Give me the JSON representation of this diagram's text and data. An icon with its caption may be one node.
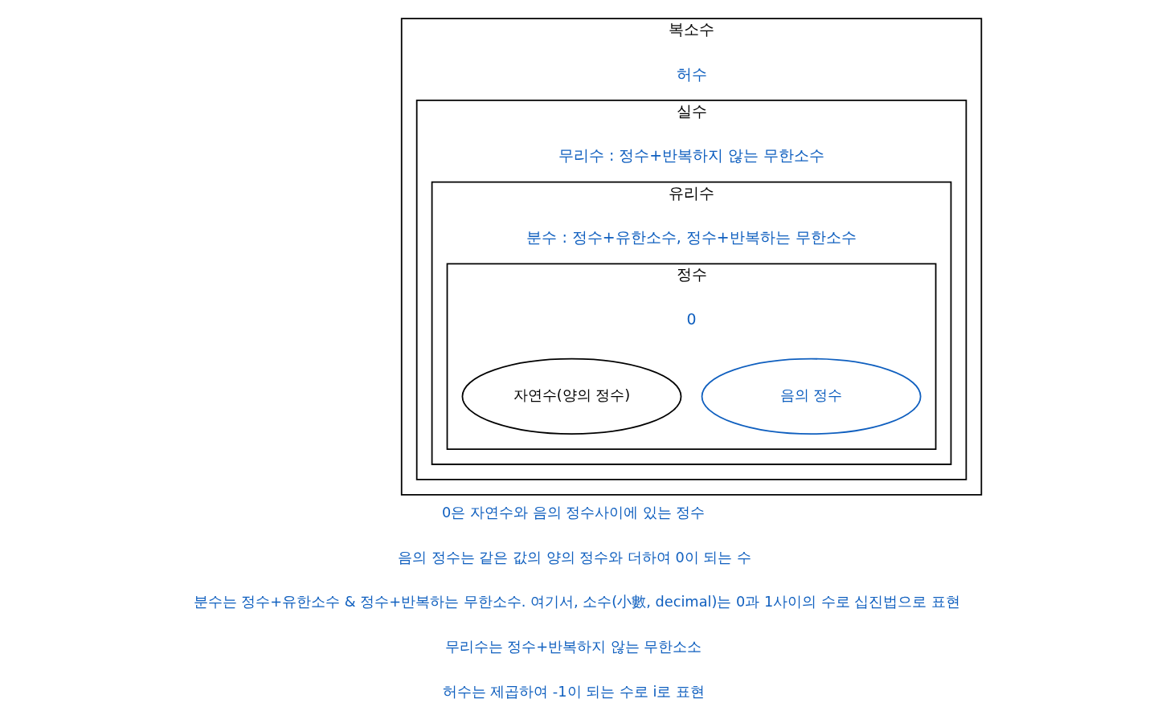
{
  "diagram": {
    "nodes": [
      {
        "text": [
          "복소수",
          "허수"
        ]
      },
      {
        "text": [
          "실수",
          "무리수 : 정수+반복하지 않는 무한소수"
        ],
        "in": 0
      },
      {
        "text": [
          "유리수",
          "분수 : 정수+유한소수, 정수+반복하는 무한소수"
        ],
        "in": 1
      },
      {
        "text": [
          "정수",
          "0"
        ],
        "in": 2
      },
      {
        "text": [
          "자연수(양의 정수)"
        ],
        "in": 3
      },
      {
        "text": [
          "음의 정수"
        ],
        "in": 3
      }
    ],
    "edges": [],
    "labels": [
      "0은 자연수와 음의 정수사이에 있는 정수",
      "음의 정수는 같은 값의 양의 정수와 더하여 0이 되는 수",
      "분수는 정수+유한소수 & 정수+반복하는 무한소수. 여기서, 소수(小數, decimal)는 0과 1사이의 수로 십진법으로 표현",
      "무리수는 정수+반복하지 않는 무한소소",
      "허수는 제곱하여 -1이 되는 수로 i로 표현"
    ]
  }
}
